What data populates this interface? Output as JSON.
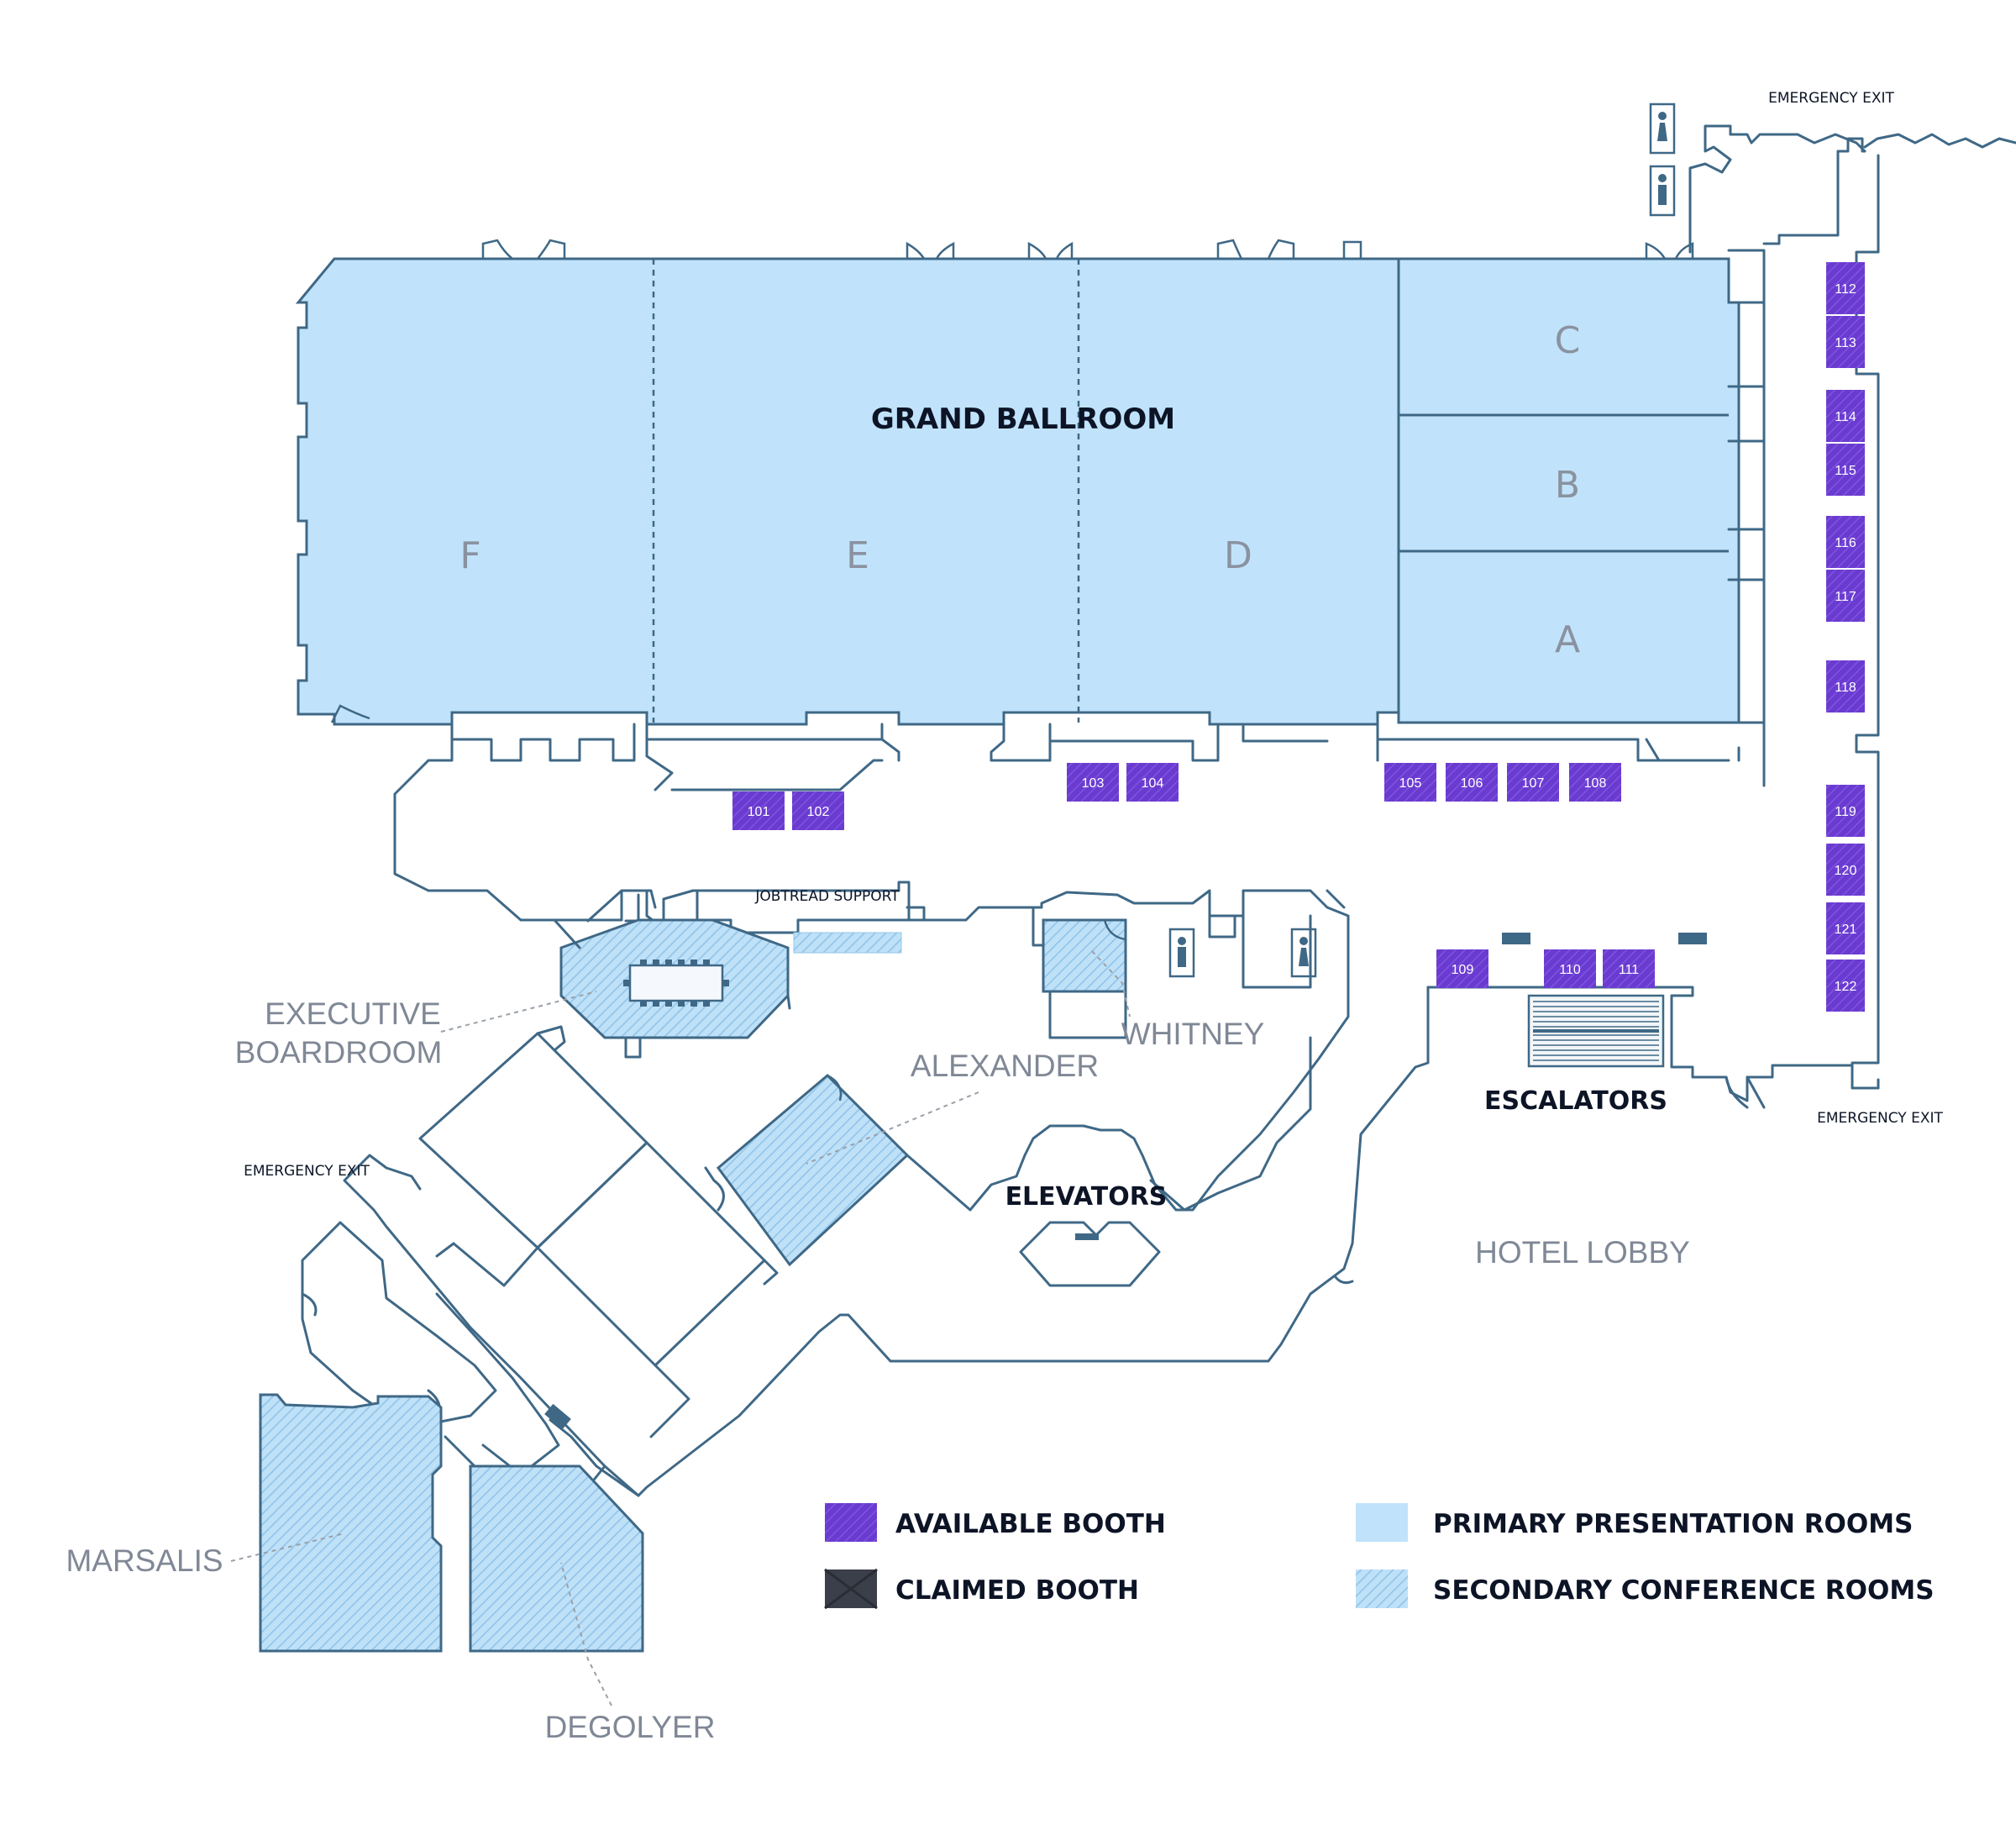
{
  "map": {
    "ballroom_title": "GRAND BALLROOM",
    "ballroom_sections": [
      "F",
      "E",
      "D",
      "C",
      "B",
      "A"
    ],
    "rooms": {
      "executive_boardroom_line1": "EXECUTIVE",
      "executive_boardroom_line2": "BOARDROOM",
      "whitney": "WHITNEY",
      "alexander": "ALEXANDER",
      "marsalis": "MARSALIS",
      "degolyer": "DEGOLYER",
      "hotel_lobby": "HOTEL LOBBY"
    },
    "features": {
      "jobtread_support": "JOBTREAD SUPPORT",
      "elevators": "ELEVATORS",
      "escalators": "ESCALATORS",
      "emergency_exit_top": "EMERGENCY EXIT",
      "emergency_exit_right": "EMERGENCY EXIT",
      "emergency_exit_left": "EMERGENCY EXIT"
    },
    "booths": [
      "101",
      "102",
      "103",
      "104",
      "105",
      "106",
      "107",
      "108",
      "109",
      "110",
      "111",
      "112",
      "113",
      "114",
      "115",
      "116",
      "117",
      "118",
      "119",
      "120",
      "121",
      "122"
    ],
    "booth_status": "available",
    "icons": [
      "restroom-women-icon",
      "restroom-men-icon"
    ]
  },
  "legend": {
    "available": "AVAILABLE BOOTH",
    "claimed": "CLAIMED BOOTH",
    "primary": "PRIMARY PRESENTATION ROOMS",
    "secondary": "SECONDARY CONFERENCE ROOMS"
  },
  "colors": {
    "available_booth": "#6a3bd1",
    "claimed_booth": "#3b3f4a",
    "primary_room": "#c0e3fb",
    "secondary_room": "#9fcff0",
    "wall": "#3f6886"
  }
}
